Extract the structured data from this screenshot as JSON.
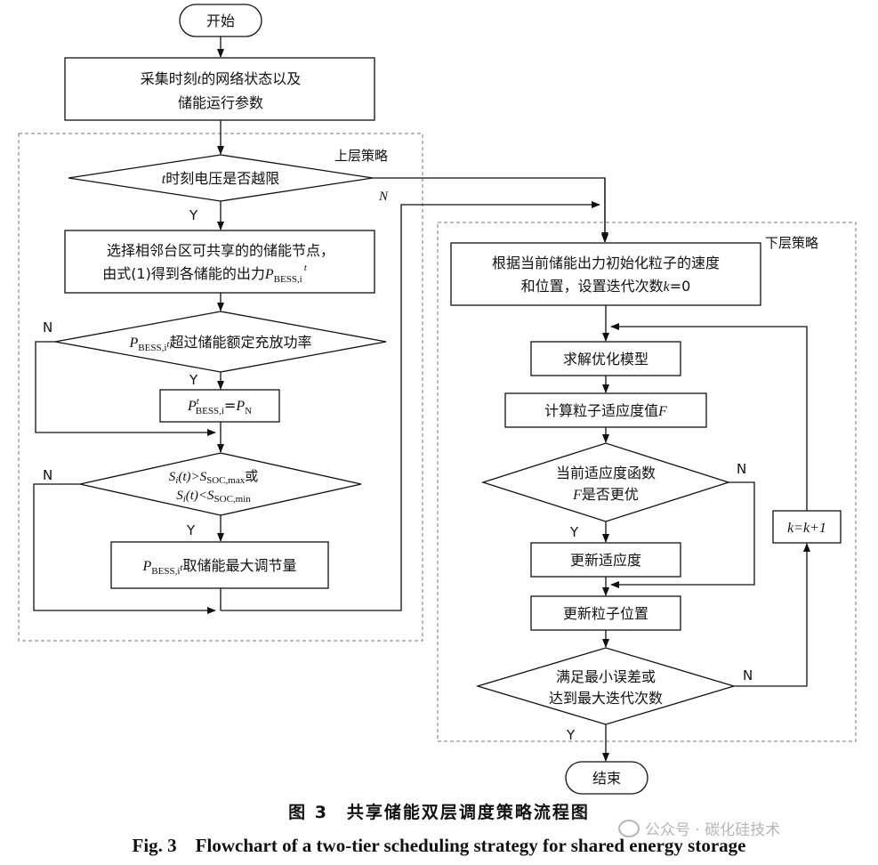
{
  "nodes": {
    "start": "开始",
    "collect_l1": "采集时刻",
    "collect_t": "t",
    "collect_l1b": "的网络状态以及",
    "collect_l2": "储能运行参数",
    "upper_label": "上层策略",
    "lower_label": "下层策略",
    "voltage_t": "t",
    "voltage_q": "时刻电压是否越限",
    "select_l1": "选择相邻台区可共享的的储能节点，",
    "select_l2": "由式(1)得到各储能的出力",
    "select_sym": "P",
    "select_sub": "BESS,i",
    "select_sup": "t",
    "exceed_sym": "P",
    "exceed_sub": "BESS,i",
    "exceed_sup": "t",
    "exceed_q": "超过储能额定充放功率",
    "assign_sym": "P",
    "assign_sup": "t",
    "assign_sub": "BESS,i",
    "assign_eq": "=",
    "assign_rhs": "P",
    "assign_rhs_sub": "N",
    "soc_l1": "S(t)>S",
    "soc_l1_sub": "SOC,max",
    "soc_or": "或",
    "soc_l2": "S(t)<S",
    "soc_l2_sub": "SOC,min",
    "soc_i": "i",
    "maxadj_sym": "P",
    "maxadj_sub": "BESS,i",
    "maxadj_sup": "t",
    "maxadj_txt": "取储能最大调节量",
    "init_l1": "根据当前储能出力初始化粒子的速度",
    "init_l2": "和位置，设置迭代次数",
    "init_k": "k",
    "init_eq": "=0",
    "solve": "求解优化模型",
    "fitness": "计算粒子适应度值",
    "fitness_F": "F",
    "better_l1": "当前适应度函数",
    "better_F": "F",
    "better_l2": "是否更优",
    "update_fit": "更新适应度",
    "update_pos": "更新粒子位置",
    "criteria_l1": "满足最小误差或",
    "criteria_l2": "达到最大迭代次数",
    "iter": "k=k+1",
    "end": "结束"
  },
  "branch_labels": {
    "yes": "Y",
    "no": "N"
  },
  "caption": {
    "cn": "图 3　共享储能双层调度策略流程图",
    "en": "Fig. 3　Flowchart of a two-tier scheduling strategy for shared energy storage"
  },
  "watermark": "公众号 · 碳化硅技术"
}
